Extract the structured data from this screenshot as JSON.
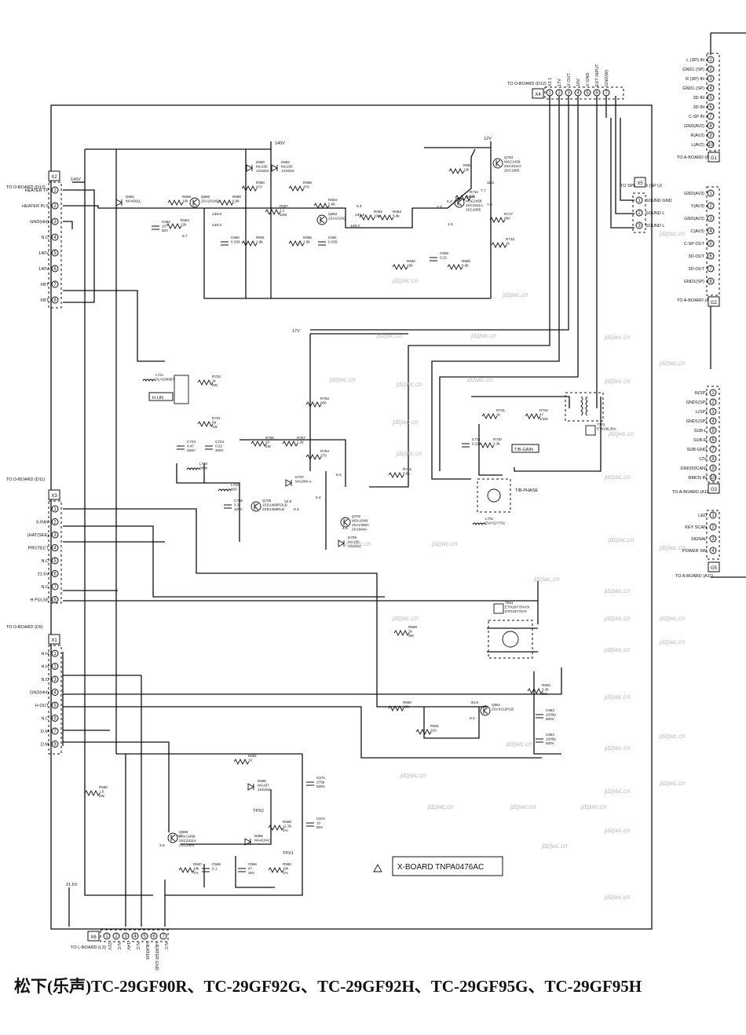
{
  "caption": "松下(乐声)TC-29GF90R、TC-29GF92G、TC-29GF92H、TC-29GF95G、TC-29GF95H",
  "board_title": "X-BOARD  TNPA0476AC",
  "connectors": {
    "x2": {
      "to": "TO D-BOARD (D13)",
      "id": "X2",
      "pins": [
        "HEATER TP",
        "HEATER PLS",
        "GND(HH)",
        "N.C",
        "140V",
        "140V",
        "FBT",
        "FBT"
      ]
    },
    "x3": {
      "to": "TO D-BOARD (D11)",
      "id": "X3",
      "pins": [
        "",
        "X-RAY",
        "(HAT(SEE)",
        "PROTECT",
        "N.C",
        "21.5V",
        "N.C",
        "H PULSE"
      ]
    },
    "x1": {
      "to": "TO D-BOARD (D9)",
      "id": "X1",
      "pins": [
        "H.H",
        "H.H",
        "N.C",
        "GND(HH)",
        "H OUT",
        "N.C",
        "D.M",
        "D.M"
      ]
    },
    "x4": {
      "to": "TO D-BOARD (D12)",
      "id": "X4",
      "pins": [
        "X2 1",
        "17V",
        "V OUT",
        "10V",
        "V GND",
        "EXT INPUT",
        "GND(W)"
      ]
    },
    "x5": {
      "to": "TO SPEAKER (SP U)",
      "id": "X5",
      "pins": [
        "SOUND GND",
        "SOUND L",
        "SOUND L"
      ]
    },
    "x6": {
      "to": "TO L-BOARD (L3)",
      "id": "X6",
      "pins": [
        "21V",
        "N.C",
        "14V",
        "N.C",
        "HEATER",
        "HEATER GND",
        "N.C"
      ]
    },
    "g1": {
      "to": "TO A-BOARD (A9)",
      "id": "G1",
      "pins": [
        "L (SP)-IN",
        "GND1 (SP)",
        "R (SP)-IN",
        "GND1 (SP)",
        "3D-IN",
        "3D-IN",
        "C-SP IN",
        "GND(AV2)",
        "R(AV2)",
        "L(AV2)"
      ]
    },
    "g2": {
      "to": "TO A-BOARD (A8)",
      "id": "G2",
      "pins": [
        "GND(AV3)",
        "Y(AV3)",
        "GND(AV3)",
        "C(AV3)",
        "C-SP OUT",
        "3D-OUT",
        "3D-OUT",
        "GND1(SP)"
      ]
    },
    "g3": {
      "to": "TO A-BOARD (A10)",
      "id": "G3",
      "pins": [
        "R(SP)",
        "GND1(SP)",
        "L(SP)",
        "GND1(SP)",
        "SUB-L",
        "SUB-R",
        "SUB-GND",
        "12V",
        "GND(50CAN)",
        "RMCN IN"
      ]
    },
    "g5": {
      "to": "TO A-BOARD (A11)",
      "id": "G5",
      "pins": [
        "LED",
        "KEY SCAN",
        "SIGNAL",
        "POWER SW"
      ]
    }
  },
  "rails": [
    "140V",
    "140V",
    "12V",
    "17V",
    "21.5V"
  ],
  "components": [
    {
      "ref": "D681",
      "val": "MA4091L"
    },
    {
      "ref": "R669",
      "val": "10k"
    },
    {
      "ref": "Q660",
      "val": "2SA1018Q"
    },
    {
      "ref": "R684",
      "val": "22k"
    },
    {
      "ref": "C682",
      "val": "10 50V"
    },
    {
      "ref": "R690",
      "val": "6.8k"
    },
    {
      "ref": "D680",
      "val": "MA165 1SS254"
    },
    {
      "ref": "D682",
      "val": "MA165 1SS254"
    },
    {
      "ref": "R680",
      "val": "470"
    },
    {
      "ref": "R687",
      "val": "2.2 10W"
    },
    {
      "ref": "R686",
      "val": "470"
    },
    {
      "ref": "C690",
      "val": "0.039"
    },
    {
      "ref": "R691",
      "val": "1.8k"
    },
    {
      "ref": "R685",
      "val": "1.8k"
    },
    {
      "ref": "C681",
      "val": "0.039"
    },
    {
      "ref": "R664",
      "val": "5.6k"
    },
    {
      "ref": "Q663",
      "val": "2SA1018Q"
    },
    {
      "ref": "R682",
      "val": "10k"
    },
    {
      "ref": "R683",
      "val": "5.6k"
    },
    {
      "ref": "R662",
      "val": "15k"
    },
    {
      "ref": "C669",
      "val": "0.22"
    },
    {
      "ref": "R684",
      "val": "12k"
    },
    {
      "ref": "R716",
      "val": "22k"
    },
    {
      "ref": "Q704",
      "val": "MSC2458 2SC3311A 2SC1685"
    },
    {
      "ref": "Q680",
      "val": "MSC2458 2SC3311A 2SC1685"
    },
    {
      "ref": "R717",
      "val": "680"
    },
    {
      "ref": "R665",
      "val": "6.8k"
    },
    {
      "ref": "R718",
      "val": "1k"
    },
    {
      "ref": "L721",
      "val": "TLH1668BT"
    },
    {
      "ref": "R720",
      "val": "1k 2W"
    },
    {
      "ref": "R721",
      "val": "68 1W"
    },
    {
      "ref": "C723",
      "val": "0.47 250V"
    },
    {
      "ref": "C724",
      "val": "0.22 400V"
    },
    {
      "ref": "L723",
      "val": "6800"
    },
    {
      "ref": "L722",
      "val": "800"
    },
    {
      "ref": "C759",
      "val": "3.3 100V"
    },
    {
      "ref": "Q705",
      "val": "2SD1468ROLB 2SD1468RLB"
    },
    {
      "ref": "R766",
      "val": "10 2W"
    },
    {
      "ref": "R767",
      "val": "2.2k"
    },
    {
      "ref": "R763",
      "val": "680"
    },
    {
      "ref": "D707",
      "val": "MA28W-A"
    },
    {
      "ref": "R764",
      "val": "270"
    },
    {
      "ref": "Q702",
      "val": "MSA1048 2SA1309A 2SA564A"
    },
    {
      "ref": "D709",
      "val": "MA165 1SS254"
    },
    {
      "ref": "R715",
      "val": "6.8k"
    },
    {
      "ref": "C711",
      "val": "0.22"
    },
    {
      "ref": "R730",
      "val": "3.3k"
    },
    {
      "ref": "R731",
      "val": "1k"
    },
    {
      "ref": "R732",
      "val": "47 1/2W"
    },
    {
      "ref": "T701",
      "val": "ETK29L38A"
    },
    {
      "ref": "L701",
      "val": "EUH11Y751"
    },
    {
      "ref": "T551",
      "val": "ETH16Y70AYX ETH16Y70AY"
    },
    {
      "ref": "R559",
      "val": "1k 3W"
    },
    {
      "ref": "R562",
      "val": "3.3k 3W"
    },
    {
      "ref": "Q561",
      "val": "2SC4212HLB"
    },
    {
      "ref": "C563",
      "val": "2200p 500V"
    },
    {
      "ref": "C564",
      "val": "2200p 500V"
    },
    {
      "ref": "R560",
      "val": "100"
    },
    {
      "ref": "R561",
      "val": "220"
    },
    {
      "ref": "R581",
      "val": "10"
    },
    {
      "ref": "R580",
      "val": "1.8 2W"
    },
    {
      "ref": "D585",
      "val": "MA167 1SS262"
    },
    {
      "ref": "C571",
      "val": "270p 500V"
    },
    {
      "ref": "C572",
      "val": "10 50V"
    },
    {
      "ref": "R589",
      "val": "11.3k 1%"
    },
    {
      "ref": "D586",
      "val": "MA4104J"
    },
    {
      "ref": "Q588",
      "val": "MSC2458 2SC3311A 2SC1685"
    },
    {
      "ref": "R640",
      "val": "10k 1%"
    },
    {
      "ref": "C569",
      "val": "0.1"
    },
    {
      "ref": "C566",
      "val": "47 25V"
    },
    {
      "ref": "R590",
      "val": "10k 1%"
    }
  ],
  "tags": [
    "H LIN",
    "T/B-GAIN",
    "T/B-PHASE",
    "TPX1",
    "TPX2"
  ],
  "voltages": [
    "9.7",
    "139.8",
    "139.2",
    "139.8",
    "139.2",
    "5.4",
    "2.0",
    "1.5",
    "6.2",
    "11.5",
    "7.7",
    "7.0",
    "23.9",
    "0.4",
    "0.4",
    "4.8",
    "6.4",
    "-34.8",
    "0.2",
    "3.5",
    "0.2"
  ],
  "watermark": "jdzjwc.cn"
}
